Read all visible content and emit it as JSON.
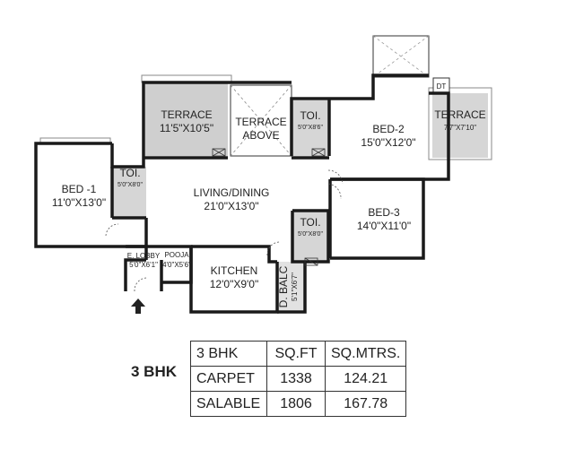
{
  "rooms": {
    "terrace1": {
      "name": "TERRACE",
      "dim": "11'5\"X10'5\""
    },
    "terrace_above": {
      "line1": "TERRACE",
      "line2": "ABOVE"
    },
    "toi_top": {
      "name": "TOI.",
      "dim": "5'0\"X8'6\""
    },
    "bed2": {
      "name": "BED-2",
      "dim": "15'0\"X12'0\""
    },
    "dt": {
      "name": "DT"
    },
    "terrace2": {
      "name": "TERRACE",
      "dim": "7'7\"X7'10\""
    },
    "bed1": {
      "name": "BED -1",
      "dim": "11'0\"X13'0\""
    },
    "toi_left": {
      "name": "TOI.",
      "dim": "5'0\"X8'0\""
    },
    "living": {
      "name": "LIVING/DINING",
      "dim": "21'0\"X13'0\""
    },
    "bed3": {
      "name": "BED-3",
      "dim": "14'0\"X11'0\""
    },
    "toi_mid": {
      "name": "TOI.",
      "dim": "5'0\"X8'0\""
    },
    "elobby": {
      "name": "E. LOBBY",
      "dim": "5'0\"X6'1\""
    },
    "pooja": {
      "name": "POOJA",
      "dim": "4'0\"X5'6\""
    },
    "kitchen": {
      "name": "KITCHEN",
      "dim": "12'0\"X9'0\""
    },
    "dbalc": {
      "name": "D. BALC",
      "dim": "5'1\"X6'7\""
    }
  },
  "area_table": {
    "side_label": "3 BHK",
    "header": [
      "3 BHK",
      "SQ.FT",
      "SQ.MTRS."
    ],
    "rows": [
      [
        "CARPET",
        "1338",
        "124.21"
      ],
      [
        "SALABLE",
        "1806",
        "167.78"
      ]
    ]
  },
  "colors": {
    "wall": "#1a1a1a",
    "wet_area": "#d0d0d0",
    "terrace_border": "#999999"
  }
}
